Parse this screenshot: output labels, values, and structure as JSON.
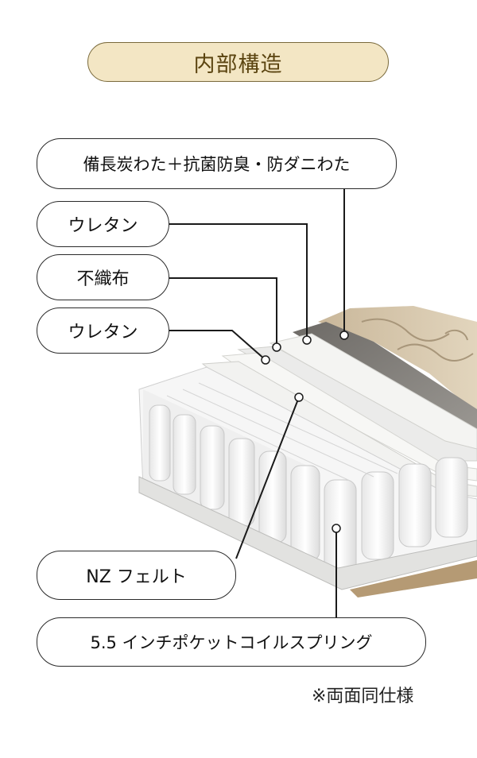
{
  "title": "内部構造",
  "labels": {
    "wadding": "備長炭わた＋抗菌防臭・防ダニわた",
    "urethane_top": "ウレタン",
    "nonwoven": "不織布",
    "urethane_bottom": "ウレタン",
    "felt": "NZ フェルト",
    "coil": "5.5 インチポケットコイルスプリング"
  },
  "note": "※両面同仕様",
  "colors": {
    "title_fill": "#f3e6c4",
    "title_border": "#7a6a3c",
    "title_text": "#5b4410",
    "line": "#1a1a1a"
  }
}
